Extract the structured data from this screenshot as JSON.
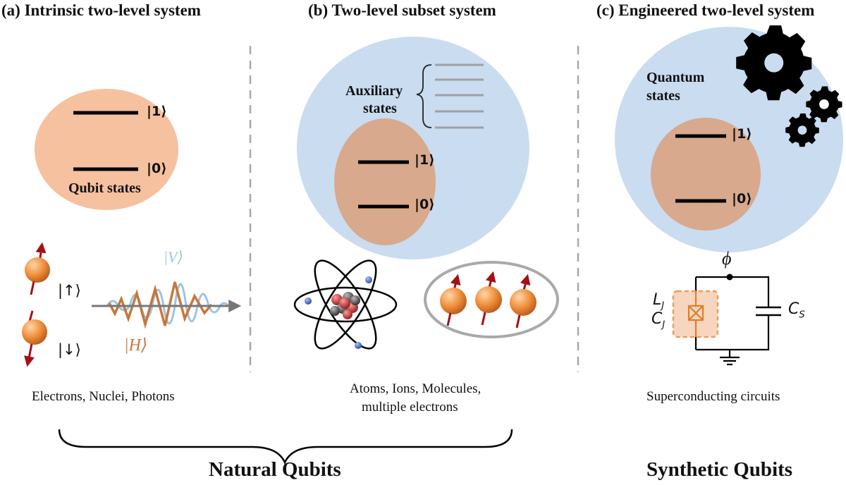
{
  "panels": {
    "a": {
      "title": "(a) Intrinsic two-level system",
      "ket1": "|1⟩",
      "ket0": "|0⟩",
      "state_label": "Qubit states",
      "spin_up": "|↑⟩",
      "spin_down": "|↓⟩",
      "photon_v": "|V⟩",
      "photon_h": "|H⟩",
      "caption": "Electrons, Nuclei, Photons"
    },
    "b": {
      "title": "(b) Two-level subset system",
      "aux_line1": "Auxiliary",
      "aux_line2": "states",
      "ket1": "|1⟩",
      "ket0": "|0⟩",
      "caption_line1": "Atoms, Ions, Molecules,",
      "caption_line2": "multiple electrons"
    },
    "c": {
      "title": "(c) Engineered two-level system",
      "quantum_line1": "Quantum",
      "quantum_line2": "states",
      "ket1": "|1⟩",
      "ket0": "|0⟩",
      "phi": "ϕ",
      "lj": "L",
      "lj_sub": "J",
      "cj": "C",
      "cj_sub": "J",
      "cs": "C",
      "cs_sub": "S",
      "caption": "Superconducting circuits"
    }
  },
  "groups": {
    "natural": "Natural Qubits",
    "synthetic": "Synthetic Qubits"
  },
  "colors": {
    "peach": "#f6c19f",
    "blue_region": "#c9dcf0",
    "inner_brown": "#d8a98c",
    "ball": "#ec8a3a",
    "arrow_red": "#a50f15",
    "photon_v": "#9ec3e6",
    "photon_h": "#c8773a",
    "circuit_orange": "#ef9c55"
  },
  "icons": [
    "gear-icon",
    "atom-icon",
    "spin-ball-icon",
    "ground-icon",
    "josephson-junction-icon"
  ]
}
